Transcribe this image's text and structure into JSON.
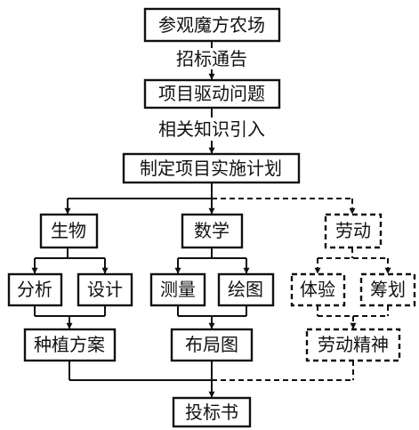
{
  "nodes": {
    "visit": "参观魔方农场",
    "problem": "项目驱动问题",
    "plan": "制定项目实施计划",
    "biology": "生物",
    "math": "数学",
    "labor": "劳动",
    "analyze": "分析",
    "design": "设计",
    "measure": "测量",
    "draw": "绘图",
    "experience": "体验",
    "organize": "筹划",
    "planting": "种植方案",
    "layout": "布局图",
    "spirit": "劳动精神",
    "bid": "投标书"
  },
  "edge_labels": {
    "tender": "招标通告",
    "knowledge": "相关知识引入"
  },
  "colors": {
    "stroke": "#111111",
    "background": "#ffffff"
  }
}
